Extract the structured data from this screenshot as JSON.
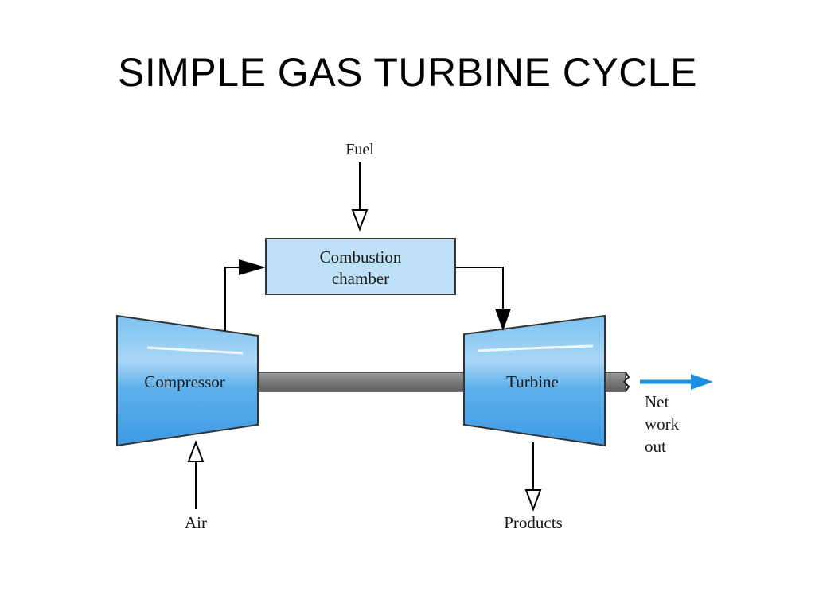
{
  "slide": {
    "title": "SIMPLE GAS TURBINE CYCLE"
  },
  "diagram": {
    "labels": {
      "fuel": "Fuel",
      "combustion_line1": "Combustion",
      "combustion_line2": "chamber",
      "compressor": "Compressor",
      "turbine": "Turbine",
      "net_work_line1": "Net",
      "net_work_line2": "work",
      "net_work_line3": "out",
      "air": "Air",
      "products": "Products"
    },
    "colors": {
      "component_fill": "#5ab0ec",
      "component_light": "#c6e4fb",
      "chamber_fill": "#bfe1f8",
      "shaft": "#7f7f7f",
      "net_work_arrow": "#1b8fe0",
      "line": "#000000"
    }
  }
}
